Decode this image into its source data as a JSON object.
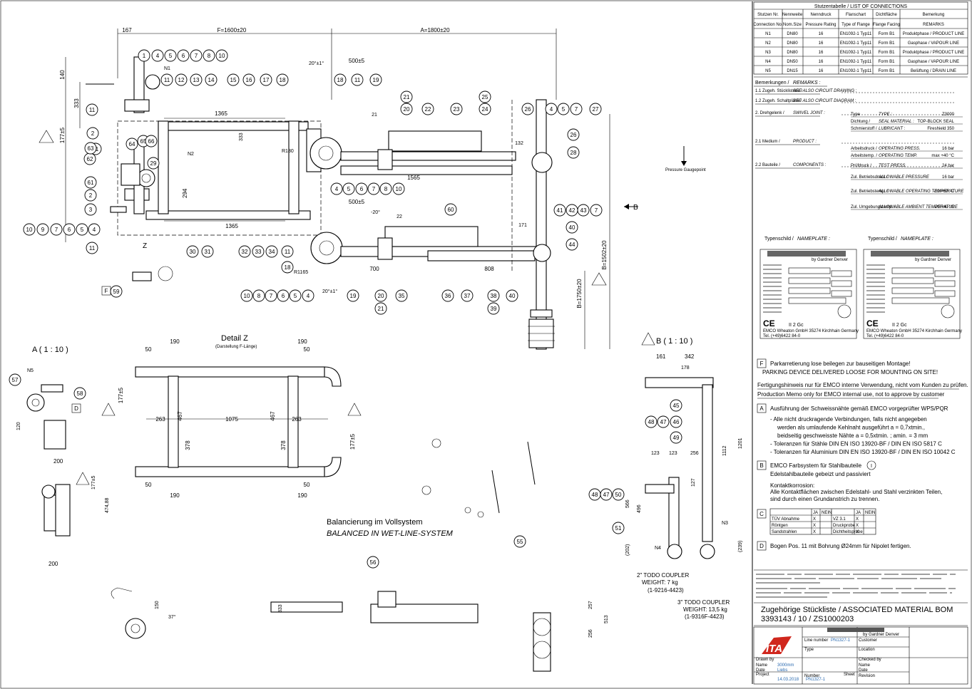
{
  "connections_table": {
    "title": "Stutzentabelle / LIST OF CONNECTIONS",
    "headers_de": [
      "Stutzen Nr.",
      "Nennweite",
      "Nenndruck",
      "Flanschart",
      "Dichtfläche",
      "Bemerkung"
    ],
    "headers_en": [
      "Connection No.",
      "Nom.Size",
      "Pressure Rating",
      "Type of Flange",
      "Flange Facing",
      "REMARKS"
    ],
    "rows": [
      [
        "N1",
        "DN80",
        "16",
        "EN1092-1 Typ11",
        "Form B1",
        "Produktphase / PRODUCT LINE"
      ],
      [
        "N2",
        "DN80",
        "16",
        "EN1092-1 Typ11",
        "Form B1",
        "Gasphase / VAPOUR LINE"
      ],
      [
        "N3",
        "DN80",
        "16",
        "EN1092-1 Typ11",
        "Form B1",
        "Produktphase / PRODUCT LINE"
      ],
      [
        "N4",
        "DN50",
        "16",
        "EN1092-1 Typ11",
        "Form B1",
        "Gasphase / VAPOUR LINE"
      ],
      [
        "N5",
        "DN15",
        "16",
        "EN1092-1 Typ11",
        "Form B1",
        "Belüftung / DRAIN LINE"
      ]
    ]
  },
  "remarks": {
    "title": "Bemerkungen /",
    "title_en": "REMARKS :",
    "lines": [
      "1.1 Zugeh. Stücklistene /",
      "SEE ALSO CIRCUIT DRAWING :",
      "1.2 Zugeh. Schaltpläne /",
      "SEE ALSO CIRCUIT DIAGRAM :",
      "2. Drehgelenk /",
      "SWIVEL JOINT :",
      "2.1 Medium /",
      "PRODUCT :",
      "2.2 Bauteile /",
      "COMPONENTS :"
    ],
    "params": [
      [
        "Type",
        "TYPE :",
        "Z3000"
      ],
      [
        "Dichtung /",
        "SEAL MATERIAL :",
        "TOP-BLOCK SEAL"
      ],
      [
        "Schmierstoff /",
        "LUBRICANT :",
        "Fireshield 350"
      ],
      [
        "Arbeitsdruck /",
        "OPERATING PRESS.",
        "16 bar"
      ],
      [
        "Arbeitstemp. /",
        "OPERATING TEMP.",
        "max +40 °C"
      ],
      [
        "Prüfdruck /",
        "TEST PRESS.",
        "24 bar"
      ],
      [
        "Zul. Betriebsdruck /",
        "ALLOWABLE PRESSURE",
        "16 bar"
      ],
      [
        "Zul. Betriebstemp. /",
        "ALLOWABLE OPERATING TEMPERATURE",
        "-20/+60 °C"
      ],
      [
        "Zul. Umgebungstemp. /",
        "ALLOWABLE AMBIENT TEMPERATURE",
        "-20/+40 °C"
      ]
    ]
  },
  "nameplates": {
    "title_de": "Typenschild /",
    "title_en": "NAMEPLATE :",
    "plates": [
      {
        "sub": "by Gardner Denver",
        "ce": "CE",
        "ex": "II 2 Gc",
        "footer": "EMCO Wheaton GmbH   35274 Kirchhain Germany",
        "tel": "Tel. (+49)6422 84-0"
      },
      {
        "sub": "by Gardner Denver",
        "ce": "CE",
        "ex": "II 2 Gc",
        "footer": "EMCO Wheaton GmbH   35274 Kirchhain Germany",
        "tel": "Tel. (+49)6422 84-0"
      }
    ]
  },
  "notes": {
    "F_de": "Parkarretierung lose beilegen zur bauseitigen Montage!",
    "F_en": "PARKING DEVICE DELIVERED LOOSE FOR MOUNTING ON SITE!",
    "memo_de": "Fertigungshinweis nur für EMCO interne Verwendung, nicht vom Kunden zu prüfen.",
    "memo_en": "Production Memo only for EMCO internal use, not to approve by customer",
    "A_title": "Ausführung der Schweissnähte gemäß EMCO vorgeprüfter WPS/PQR",
    "A_items": [
      "- Alle nicht druckragende Verbindungen, falls nicht angegeben",
      "werden als umlaufende Kehlnaht ausgeführt a = 0,7xtmin.,",
      "beidseitig geschweisste Nähte a = 0,5xtmin. ; amin. = 3 mm",
      "- Toleranzen für Stähle DIN EN ISO 13920-BF / DIN EN ISO 5817 C",
      "- Toleranzen für Aluminium DIN EN ISO 13920-BF / DIN EN ISO 10042 C"
    ],
    "B_title": "EMCO Farbsystem für Stahlbauteile",
    "B_sym": "I",
    "B_line2": "Edelstahlbauteile gebeizt und passiviert",
    "B_korr": "Kontaktkorrosion:",
    "B_korr1": "Alle Kontaktflächen zwischen Edelstahl- und Stahl verzinkten Teilen,",
    "B_korr2": "sind durch einen Grundanstrich zu trennen.",
    "C_headers": [
      "",
      "JA",
      "NEIN",
      "",
      "JA",
      "NEIN"
    ],
    "C_rows": [
      [
        "TÜV Abnahme",
        "X",
        "",
        "VZ 3.1",
        "X",
        ""
      ],
      [
        "Röntgen",
        "X",
        "",
        "Druckprobe",
        "X",
        ""
      ],
      [
        "Sandstrahlen",
        "X",
        "",
        "Dichtheitsprobe",
        "X",
        ""
      ]
    ],
    "D_text": "Bogen Pos. 11 mit Bohrung Ø24mm für Nipolet fertigen.",
    "labels": [
      "F",
      "A",
      "B",
      "C",
      "D"
    ]
  },
  "bom_ref": {
    "line1": "Zugehörige Stückliste / ASSOCIATED MATERIAL BOM",
    "line2": "3393143 / 10 / ZS1000203"
  },
  "title_block": {
    "logo": "ITA",
    "sub": "by Gardner Denver",
    "fields_left": [
      "Line number",
      "Type",
      "Drawn by",
      "Name",
      "Date",
      "Project",
      "Number"
    ],
    "fields_right": [
      "Customer",
      "Location",
      "Checked by",
      "Name",
      "Date",
      "Sheet",
      "Revision"
    ],
    "values": [
      "PN1327-1",
      "3000mm",
      "Liebs",
      "14.03.2018",
      "PN1327-1"
    ]
  },
  "drawing": {
    "views": {
      "detail_z": "Detail Z",
      "detail_z_sub": "(Darstellung F-Länge)",
      "view_a": "A ( 1 : 10 )",
      "view_b": "B ( 1 : 10 )",
      "z": "Z",
      "b": "B",
      "balance_de": "Balancierung im Vollsystem",
      "balance_en": "BALANCED IN WET-LINE-SYSTEM",
      "coupler2_1": "2\" TODO COUPLER",
      "coupler2_2": "WEIGHT: 7 kg",
      "coupler2_3": "(1-9216-4423)",
      "coupler3_1": "3\" TODO COUPLER",
      "coupler3_2": "WEIGHT: 13,5 kg",
      "coupler3_3": "(1-9316F-4423)",
      "pressure": "Pressure Gaugepoint"
    },
    "dims": {
      "F": "F=1600±20",
      "A": "A=1800±20",
      "d167": "167",
      "d140": "140",
      "d333": "333",
      "d1365a": "1365",
      "d1365b": "1365",
      "d1565": "1565",
      "d500a": "500±5",
      "d500b": "500±5",
      "d21": "21",
      "d22": "22",
      "d132": "132",
      "d171": "171",
      "d700": "700",
      "d808": "808",
      "d294": "294",
      "d180": "R180",
      "d1165": "R1165",
      "d20a": "20°±1°",
      "d20b": "-20°",
      "d20c": "20°±1°",
      "dB": "B=1502±20",
      "dB2": "B=1750±20",
      "d1075": "1075",
      "d263a": "263",
      "d263b": "263",
      "d190a": "190",
      "d190b": "190",
      "d190c": "190",
      "d190d": "190",
      "d50a": "50",
      "d50b": "50",
      "d50c": "50",
      "d50d": "50",
      "d467a": "467",
      "d467b": "467",
      "d378a": "378",
      "d378b": "378",
      "d177a": "177±5",
      "d177b": "177±5",
      "d120": "120",
      "d200a": "200",
      "d200b": "200",
      "d47488": "474,88",
      "d161": "161",
      "d342": "342",
      "d178": "178",
      "d123a": "123",
      "d123b": "123",
      "d256": "256",
      "d1112": "1112",
      "d1201": "1201",
      "d566": "566",
      "d496": "496",
      "d127": "127",
      "d202": "(202)",
      "d239": "(239)",
      "d333b": "333",
      "d257": "257",
      "d513": "513",
      "d150": "150",
      "d37": "37°"
    },
    "bubbles": [
      "1",
      "4",
      "5",
      "6",
      "7",
      "8",
      "10",
      "11",
      "12",
      "13",
      "14",
      "15",
      "16",
      "17",
      "18",
      "19",
      "2",
      "3",
      "9",
      "20",
      "21",
      "22",
      "23",
      "24",
      "25",
      "26",
      "27",
      "28",
      "29",
      "30",
      "31",
      "32",
      "33",
      "34",
      "35",
      "36",
      "37",
      "38",
      "39",
      "40",
      "41",
      "42",
      "43",
      "44",
      "45",
      "46",
      "47",
      "48",
      "49",
      "50",
      "51",
      "55",
      "56",
      "57",
      "58",
      "59",
      "60",
      "61",
      "62",
      "63",
      "64",
      "65",
      "66"
    ],
    "nozzles": [
      "N1",
      "N2",
      "N3",
      "N4",
      "N5"
    ]
  }
}
